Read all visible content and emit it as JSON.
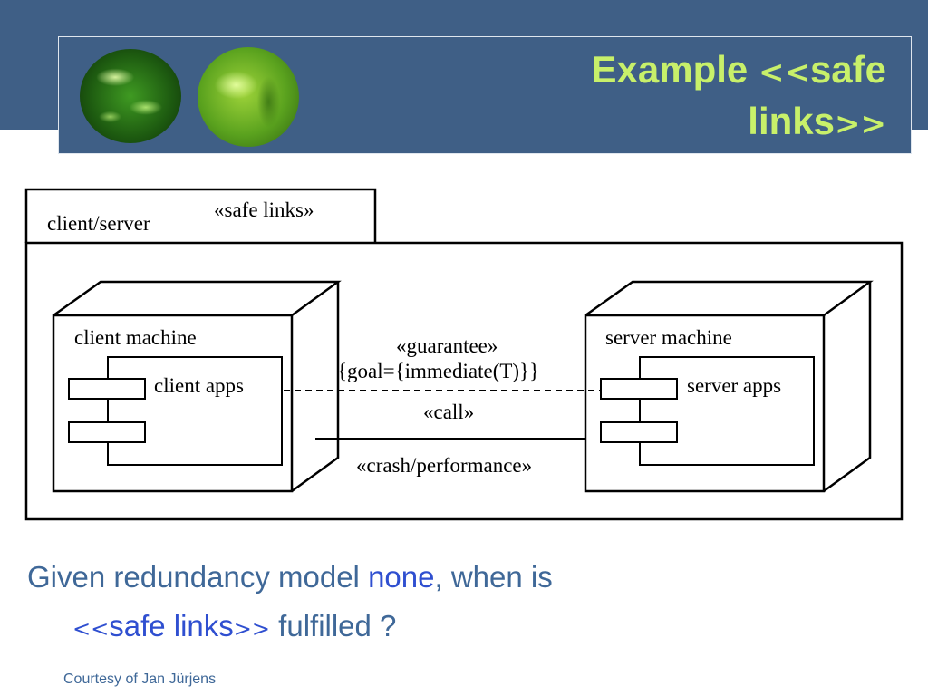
{
  "title": {
    "line1_prefix": "Example ",
    "open_guillemet": "<<",
    "line1_word": "safe",
    "line2_word": "links",
    "close_guillemet": ">>"
  },
  "diagram": {
    "package_name": "client/server",
    "package_stereotype": "«safe links»",
    "client_node": "client machine",
    "client_component": "client apps",
    "server_node": "server machine",
    "server_component": "server apps",
    "dependency_stereotype": "«guarantee»",
    "dependency_constraint": "{goal={immediate(T)}}",
    "call_label": "«call»",
    "link_stereotype": "«crash/performance»"
  },
  "question": {
    "line1_prefix": "Given redundancy model ",
    "highlight_none": "none",
    "line1_suffix": ", when is",
    "open_guillemet": "<<",
    "highlight_safe_links": "safe links",
    "close_guillemet": ">>",
    "line2_suffix": " fulfilled ?"
  },
  "footer": {
    "courtesy": "Courtesy of Jan Jürjens"
  },
  "colors": {
    "header_band": "#3f5f86",
    "title_green": "#c8f06a",
    "body_text": "#3f6898",
    "highlight": "#2f4fd0"
  }
}
